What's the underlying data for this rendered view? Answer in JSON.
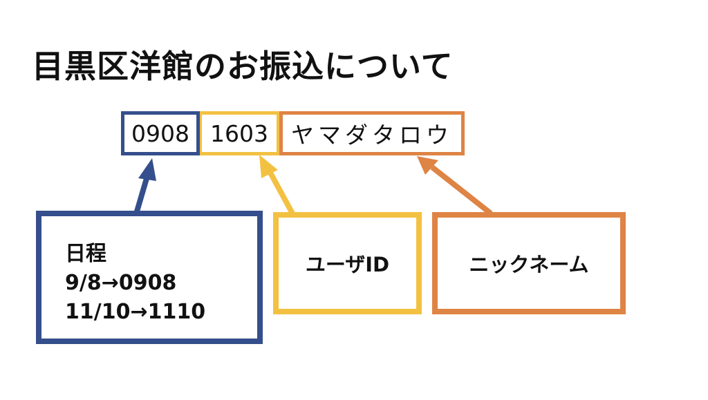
{
  "title": "目黒区洋館のお振込について",
  "transfer_name": {
    "date_code": "0908",
    "user_id": "1603",
    "nickname": "ヤマダタロウ"
  },
  "callouts": {
    "schedule": {
      "heading": "日程",
      "lines": [
        "9/8→0908",
        "11/10→1110"
      ]
    },
    "user_id_label": "ユーザID",
    "nickname_label": "ニックネーム"
  },
  "colors": {
    "date": "#354f8c",
    "user": "#f3c142",
    "nick": "#de8445"
  },
  "icons": [
    "arrow-up-icon",
    "arrow-up-icon",
    "arrow-up-icon"
  ]
}
